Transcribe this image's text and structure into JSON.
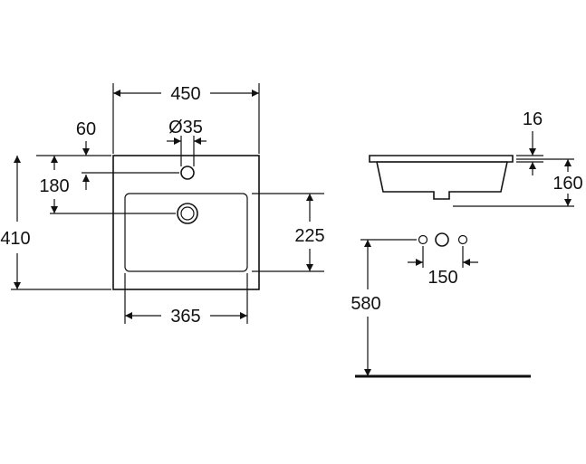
{
  "diagram": {
    "dims": {
      "overall_width": "450",
      "hole_diameter": "Ø35",
      "offset_60": "60",
      "offset_180": "180",
      "overall_depth": "410",
      "bowl_depth": "225",
      "bowl_width": "365",
      "rim_thickness": "16",
      "bowl_height": "160",
      "tap_spacing": "150",
      "mount_height": "580"
    }
  }
}
